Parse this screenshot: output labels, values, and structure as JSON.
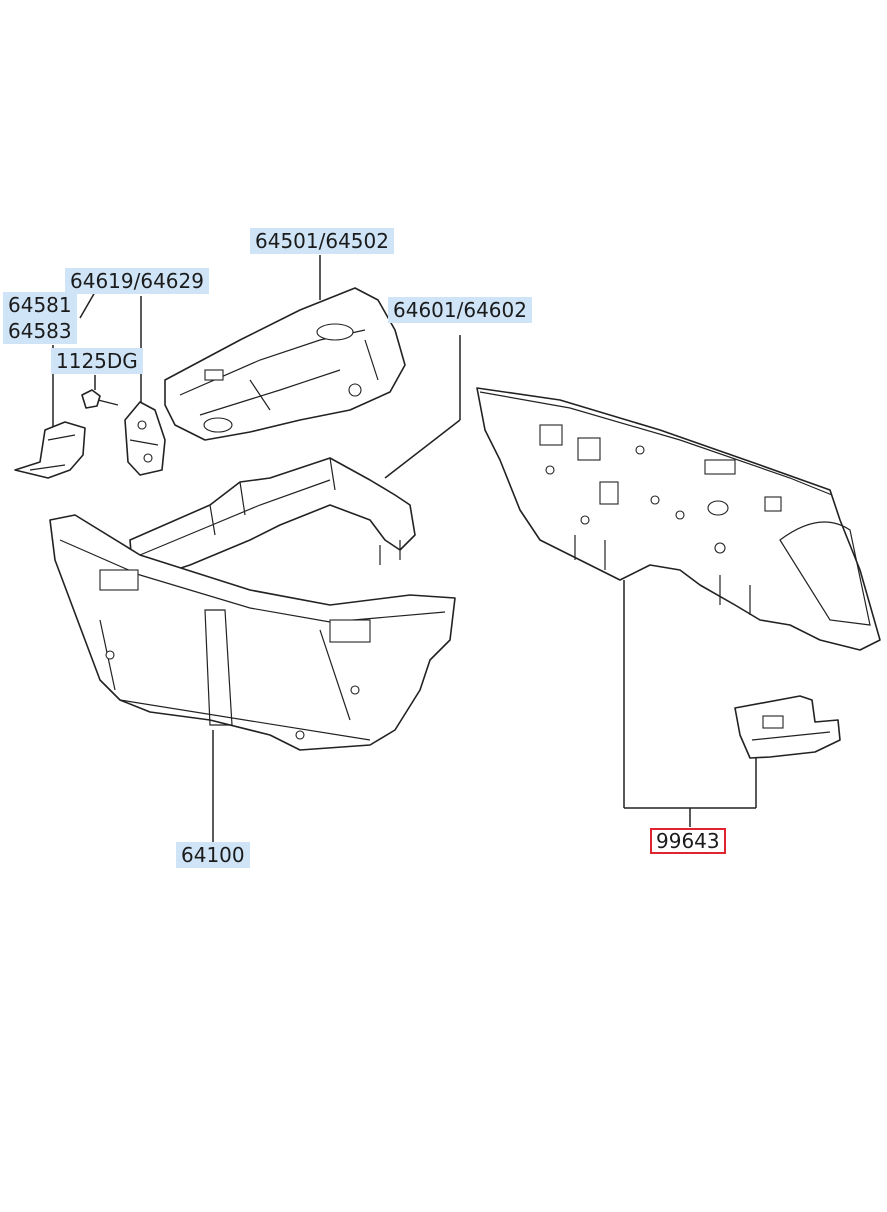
{
  "callouts": {
    "c64501": "64501/64502",
    "c64619": "64619/64629",
    "c64581": "64581",
    "c64583": "64583",
    "c1125": "1125DG",
    "c64601": "64601/64602",
    "c64100": "64100",
    "c99643": "99643"
  },
  "colors": {
    "label_bg": "#cfe4f7",
    "highlight_border": "#e0242f",
    "line": "#222222"
  }
}
